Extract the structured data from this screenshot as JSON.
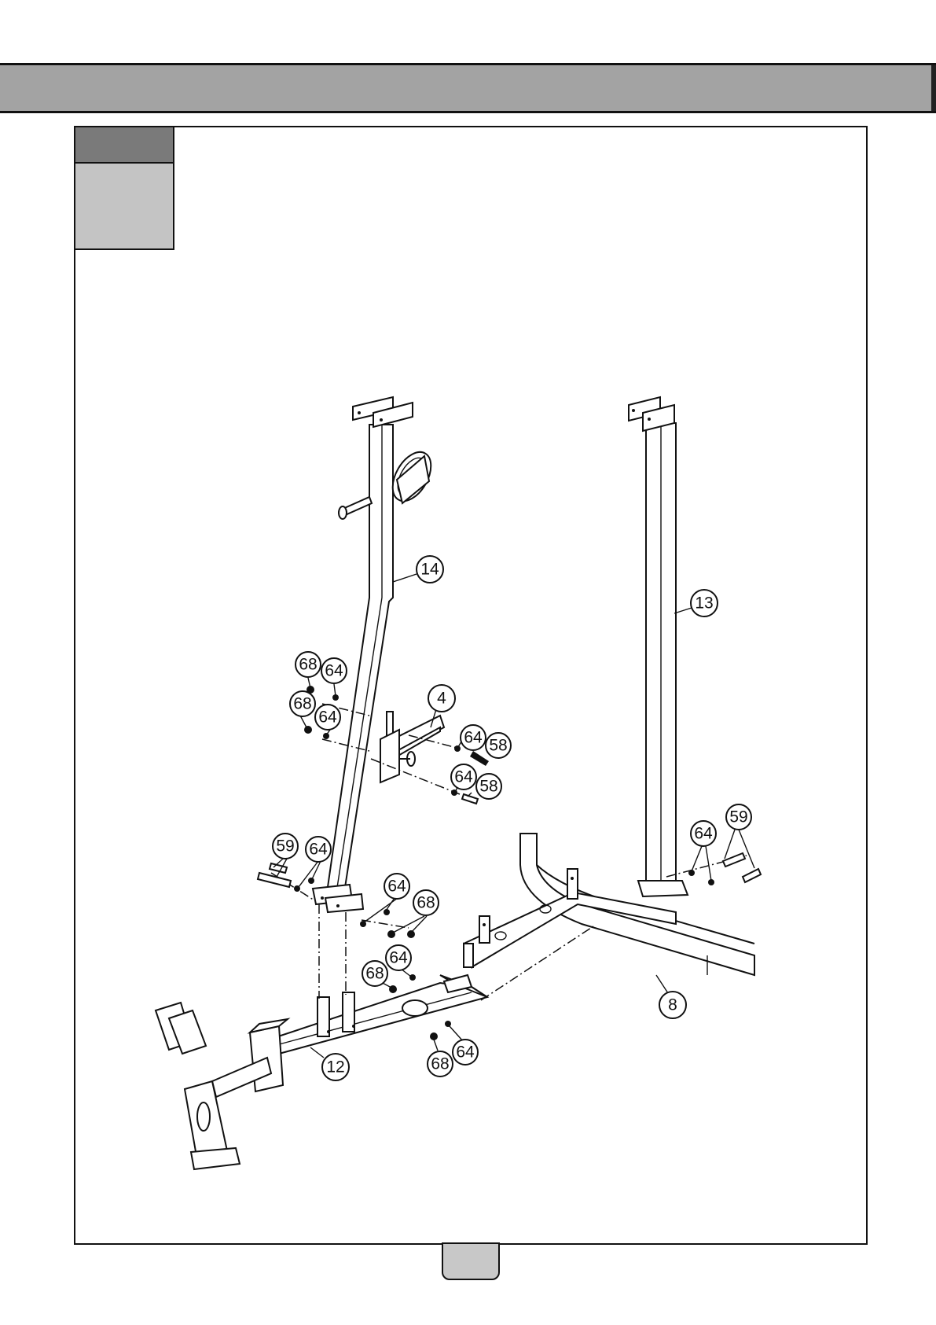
{
  "colors": {
    "header_band": "#a3a3a3",
    "step_tab_dark": "#7a7a7a",
    "step_tab_light": "#c4c4c4",
    "page_badge": "#c8c8c8",
    "line": "#111111"
  },
  "callouts": {
    "part_14": "14",
    "part_13": "13",
    "part_4": "4",
    "part_8": "8",
    "part_12": "12",
    "top_nut_68": "68",
    "top_washer_64": "64",
    "mid_nut_68": "68",
    "mid_washer_64": "64",
    "bracket_washer_64_upper": "64",
    "bracket_bolt_58_upper": "58",
    "bracket_washer_64_lower": "64",
    "bracket_bolt_58_lower": "58",
    "left_bolt_59": "59",
    "left_washer_64": "64",
    "lower_washer_64": "64",
    "lower_nut_68": "68",
    "right_washer_64": "64",
    "right_bolt_59": "59",
    "center_nut_68": "68",
    "center_washer_64": "64",
    "bottom_nut_68": "68",
    "bottom_washer_64": "64"
  }
}
